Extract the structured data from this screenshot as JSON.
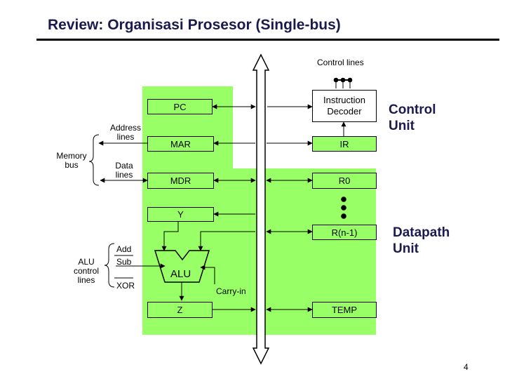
{
  "title": "Review: Organisasi Prosesor (Single-bus)",
  "control_lines": "Control lines",
  "registers": {
    "pc": "PC",
    "mar": "MAR",
    "mdr": "MDR",
    "y": "Y",
    "z": "Z",
    "ir": "IR",
    "r0": "R0",
    "rn1": "R(n-1)",
    "temp": "TEMP",
    "decoder": "Instruction Decoder"
  },
  "alu": "ALU",
  "labels": {
    "address_lines": "Address lines",
    "data_lines": "Data lines",
    "memory_bus": "Memory bus",
    "alu_control_lines": "ALU control lines",
    "add": "Add",
    "sub": "Sub",
    "xor": "XOR",
    "carry_in": "Carry-in"
  },
  "sections": {
    "control_unit": "Control Unit",
    "datapath_unit": "Datapath Unit"
  },
  "page_number": "4",
  "colors": {
    "green": "#99ff66",
    "title": "#1a1a4e"
  }
}
